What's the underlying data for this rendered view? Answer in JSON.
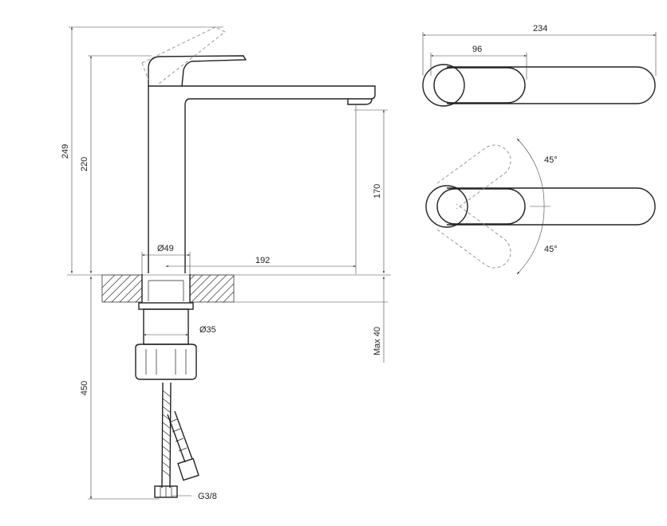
{
  "dimensions": {
    "total_height": "249",
    "body_height": "220",
    "spout_height": "170",
    "base_diameter": "Ø49",
    "spout_reach": "192",
    "shank_diameter": "Ø35",
    "max_thickness": "Max 40",
    "hose_length": "450",
    "connection": "G3/8",
    "top_width": "234",
    "handle_width": "96",
    "angle_upper": "45°",
    "angle_lower": "45°"
  },
  "colors": {
    "line": "#222222",
    "dashed": "#999999"
  }
}
